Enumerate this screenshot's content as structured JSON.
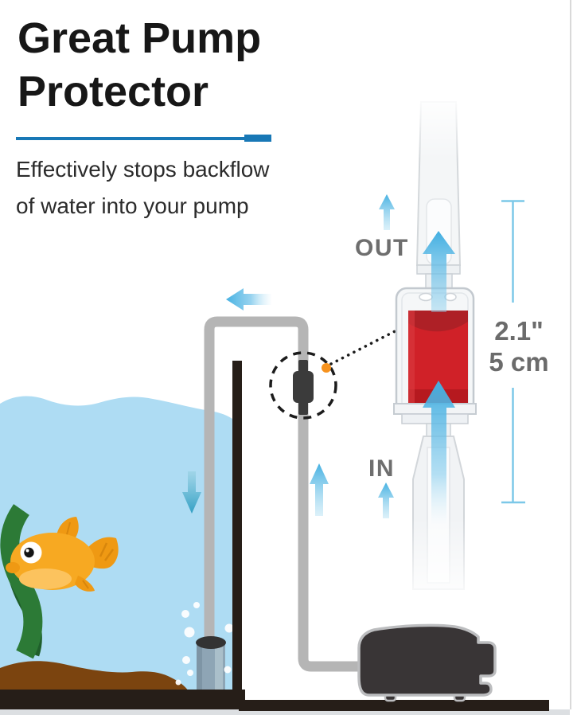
{
  "header": {
    "title_line1": "Great Pump",
    "title_line2": "Protector",
    "subtitle_line1": "Effectively stops backflow",
    "subtitle_line2": "of water into your pump"
  },
  "diagram": {
    "flow_labels": {
      "out": "OUT",
      "in": "IN"
    },
    "measurement": {
      "inches": "2.1\"",
      "cm": "5 cm"
    },
    "elements": {
      "check_valve_product": "clear check valve with red cylinder core",
      "inline_valve_callout": "dashed circle around small inline check valve on airline tubing",
      "aquarium": "fish tank with goldfish, plant, gravel, air stone and bubbles",
      "air_pump": "air pump on floor outside tank"
    }
  },
  "colors": {
    "accent_blue": "#1878b6",
    "arrow_blue": "#4fb4e3",
    "down_arrow_teal": "#2f9ec3",
    "measure_line_blue": "#7cc8e8",
    "label_gray": "#6e6e6e",
    "water_blue": "#aedcf3",
    "valve_red": "#d02128",
    "valve_red_dark": "#ae2026",
    "fish_orange": "#f7a922",
    "plant_green": "#2c7a36",
    "gravel_brown": "#7b440f",
    "tank_frame_dark": "#261e18",
    "pump_body_dark": "#393536",
    "tube_gray": "#b5b5b5",
    "callout_orange": "#f6921e"
  }
}
